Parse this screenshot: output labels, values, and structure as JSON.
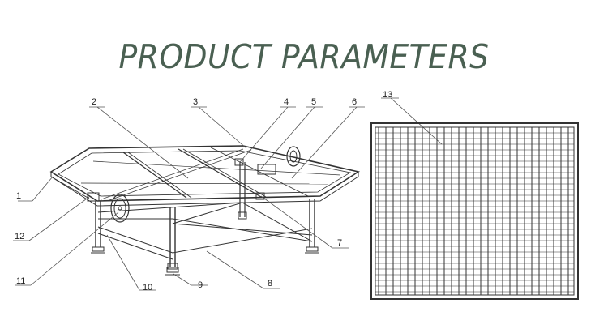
{
  "header": {
    "title": "PRODUCT PARAMETERS"
  },
  "callouts": {
    "c1": "1",
    "c2": "2",
    "c3": "3",
    "c4": "4",
    "c5": "5",
    "c6": "6",
    "c7": "7",
    "c8": "8",
    "c9": "9",
    "c10": "10",
    "c11": "11",
    "c12": "12",
    "c13": "13"
  }
}
